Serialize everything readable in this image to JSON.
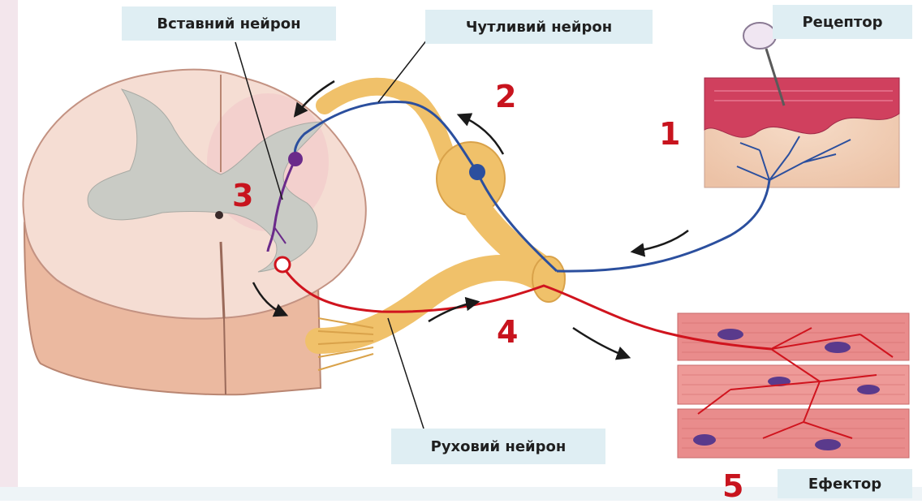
{
  "labels": {
    "interneuron": "Вставний нейрон",
    "sensory_neuron": "Чутливий нейрон",
    "receptor": "Рецептор",
    "motor_neuron": "Руховий нейрон",
    "effector": "Ефектор"
  },
  "steps": [
    "1",
    "2",
    "3",
    "4",
    "5"
  ],
  "colors": {
    "label_bg": "#dfeef3",
    "step_number": "#c8141e",
    "sensory_pathway": "#2b4f9e",
    "motor_pathway": "#d0141e",
    "interneuron": "#6a2a8a",
    "nerve": "#f0c16a",
    "grey_matter": "#c9cbc5",
    "white_matter": "#f5ddd3"
  }
}
